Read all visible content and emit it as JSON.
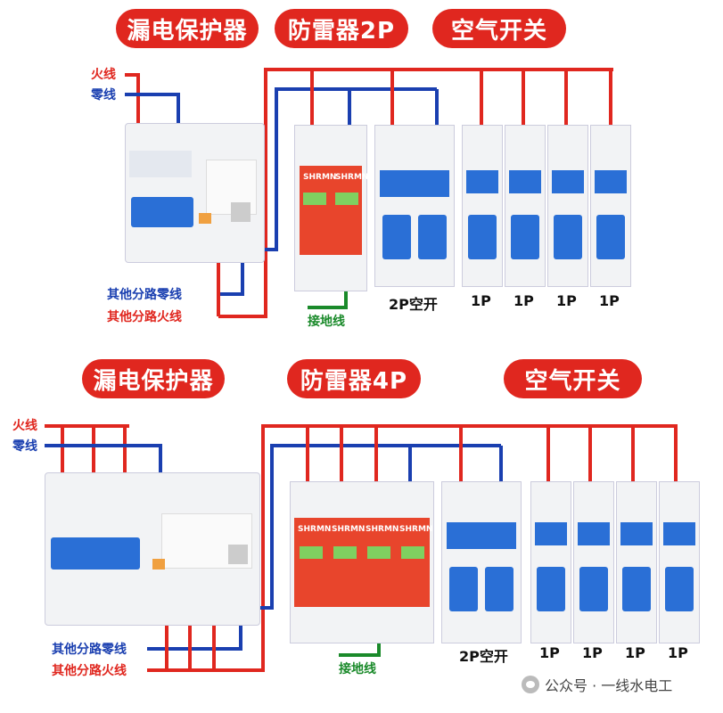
{
  "top": {
    "headers": [
      "漏电保护器",
      "防雷器2P",
      "空气开关"
    ],
    "live_label": "火线",
    "neutral_label": "零线",
    "branch_neutral_label": "其他分路零线",
    "branch_live_label": "其他分路火线",
    "ground_label": "接地线",
    "breaker_labels": [
      "2P空开",
      "1P",
      "1P",
      "1P",
      "1P"
    ],
    "spd_brand": "SHRMN"
  },
  "bottom": {
    "headers": [
      "漏电保护器",
      "防雷器4P",
      "空气开关"
    ],
    "live_label": "火线",
    "neutral_label": "零线",
    "branch_neutral_label": "其他分路零线",
    "branch_live_label": "其他分路火线",
    "ground_label": "接地线",
    "breaker_labels": [
      "2P空开",
      "1P",
      "1P",
      "1P",
      "1P"
    ],
    "spd_brand": "SHRMN"
  },
  "footer": {
    "text": "公众号 · 一线水电工"
  },
  "colors": {
    "live": "#e0271f",
    "neutral": "#1a3fb0",
    "ground": "#1a8a2a",
    "breaker_blue": "#2a6fd6",
    "spd_red": "#e8452c"
  }
}
